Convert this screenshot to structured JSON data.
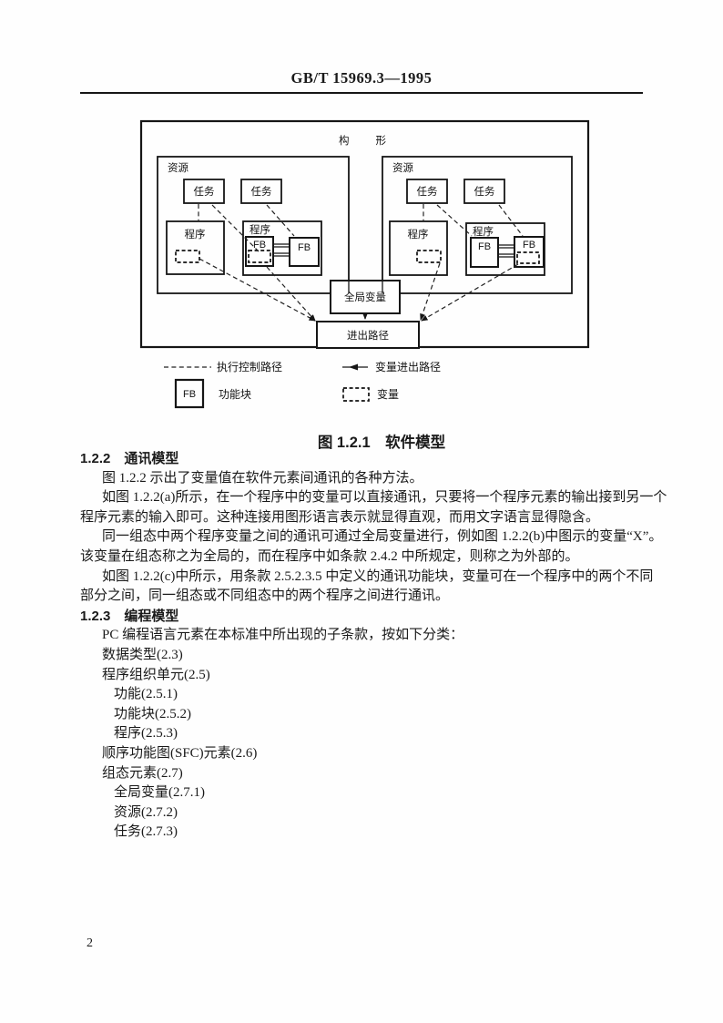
{
  "page": {
    "number": "2"
  },
  "header": {
    "standard_number": "GB/T 15969.3—1995"
  },
  "figure": {
    "caption": "图 1.2.1　软件模型",
    "configuration_label": "构形",
    "resource_label": "资源",
    "task_label": "任务",
    "program_label": "程序",
    "function_block_label": "FB",
    "global_variables_label": "全局变量",
    "access_paths_label": "进出路径",
    "legend": {
      "execution_control_path": "执行控制路径",
      "variable_access_path": "变量进出路径",
      "function_block": "功能块",
      "variable": "变量"
    }
  },
  "content": {
    "lines": [
      {
        "text": "1.2.2　通讯模型"
      },
      {
        "text": "图 1.2.2 示出了变量值在软件元素间通讯的各种方法。"
      },
      {
        "text": "如图 1.2.2(a)所示，在一个程序中的变量可以直接通讯，只要将一个程序元素的输出接到另一个"
      },
      {
        "text": "程序元素的输入即可。这种连接用图形语言表示就显得直观，而用文字语言显得隐含。"
      },
      {
        "text": "同一组态中两个程序变量之间的通讯可通过全局变量进行，例如图 1.2.2(b)中图示的变量“X”。"
      },
      {
        "text": "该变量在组态称之为全局的，而在程序中如条款 2.4.2 中所规定，则称之为外部的。"
      },
      {
        "text": "如图 1.2.2(c)中所示，用条款 2.5.2.3.5 中定义的通讯功能块，变量可在一个程序中的两个不同"
      },
      {
        "text": "部分之间，同一组态或不同组态中的两个程序之间进行通讯。"
      },
      {
        "text": "1.2.3　编程模型"
      },
      {
        "text": "PC 编程语言元素在本标准中所出现的子条款，按如下分类："
      },
      {
        "text": "数据类型(2.3)"
      },
      {
        "text": "程序组织单元(2.5)"
      },
      {
        "text": "功能(2.5.1)"
      },
      {
        "text": "功能块(2.5.2)"
      },
      {
        "text": "程序(2.5.3)"
      },
      {
        "text": "顺序功能图(SFC)元素(2.6)"
      },
      {
        "text": "组态元素(2.7)"
      },
      {
        "text": "全局变量(2.7.1)"
      },
      {
        "text": "资源(2.7.2)"
      },
      {
        "text": "任务(2.7.3)"
      }
    ]
  }
}
